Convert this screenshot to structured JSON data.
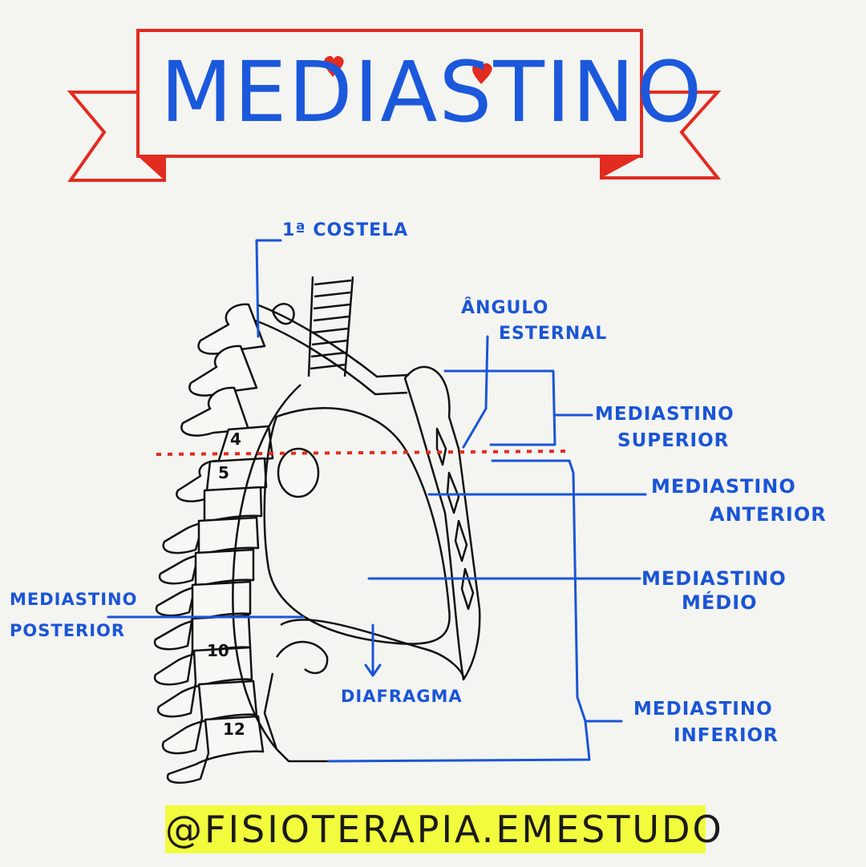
{
  "title": "MEDIASTINO",
  "labels": {
    "first_rib": "1ª COSTELA",
    "sternal_angle_line1": "ÂNGULO",
    "sternal_angle_line2": "ESTERNAL",
    "superior_line1": "MEDIASTINO",
    "superior_line2": "SUPERIOR",
    "anterior_line1": "MEDIASTINO",
    "anterior_line2": "ANTERIOR",
    "middle_line1": "MEDIASTINO",
    "middle_line2": "MÉDIO",
    "posterior_line1": "MEDIASTINO",
    "posterior_line2": "POSTERIOR",
    "diaphragm": "DIAFRAGMA",
    "inferior_line1": "MEDIASTINO",
    "inferior_line2": "INFERIOR"
  },
  "vertebrae": [
    "4",
    "5",
    "10",
    "12"
  ],
  "handle": "@FISIOTERAPIA.EMESTUDO",
  "colors": {
    "ink_blue": "#1a55d6",
    "ribbon_red": "#e32b1f",
    "highlight_yellow": "#f2fb3c",
    "outline_black": "#111111"
  }
}
